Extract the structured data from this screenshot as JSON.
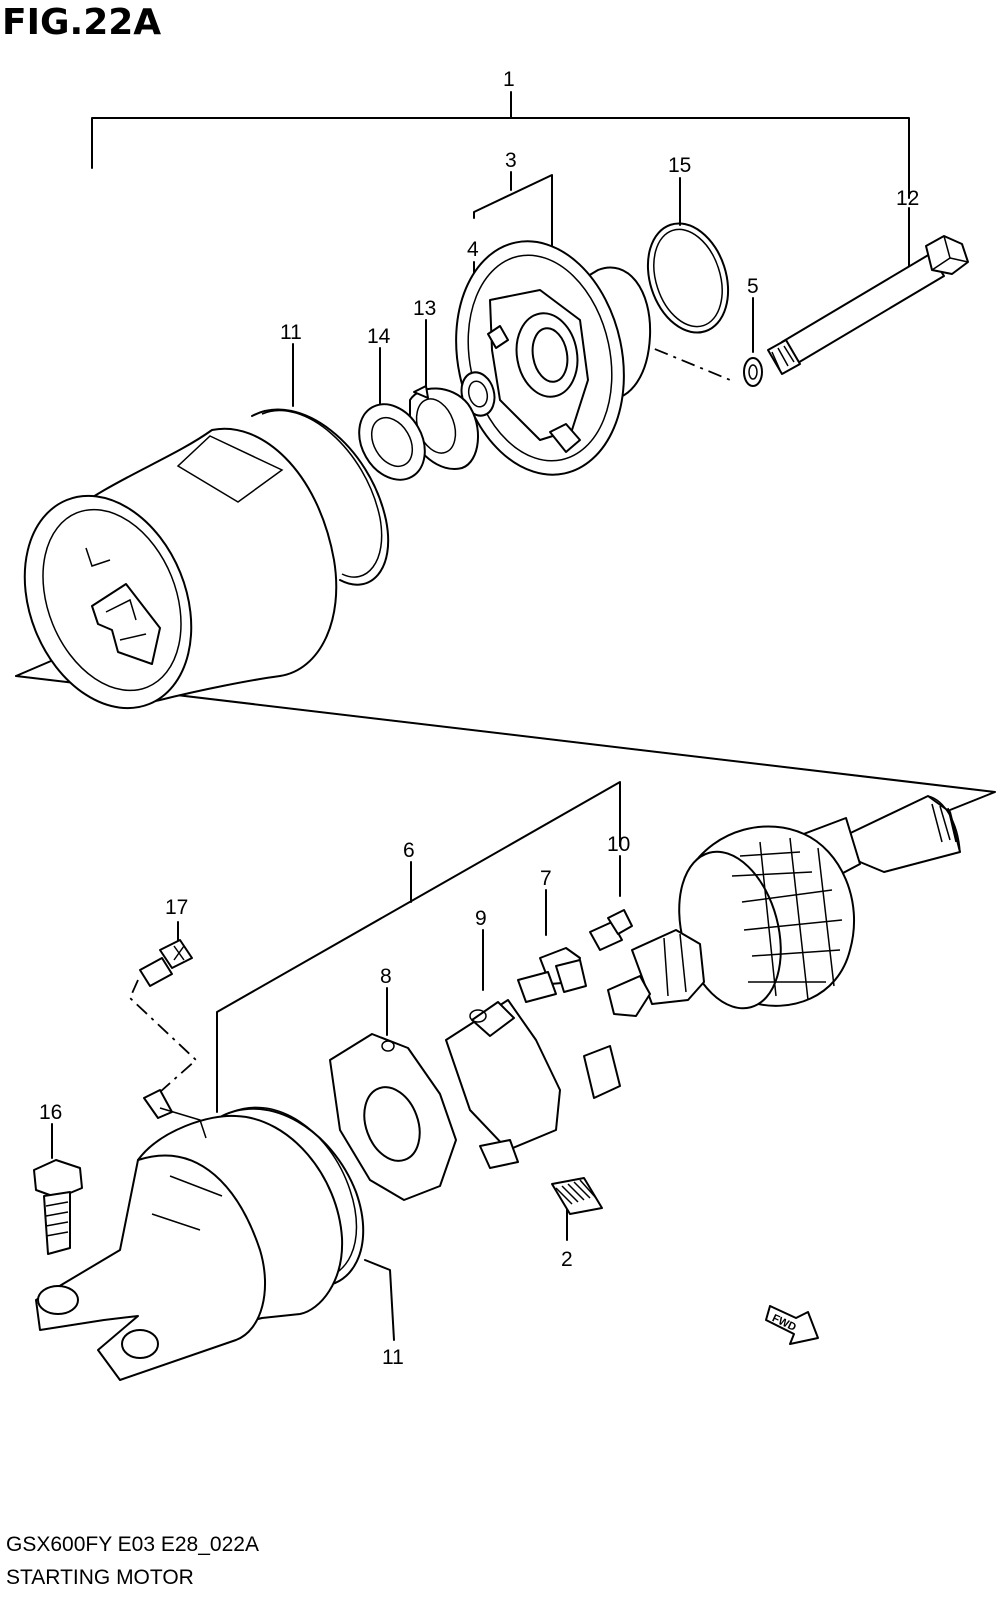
{
  "figure": {
    "title": "FIG.22A",
    "footer_code": "GSX600FY E03 E28_022A",
    "footer_name": "STARTING MOTOR"
  },
  "callouts": [
    {
      "id": "c1",
      "label": "1"
    },
    {
      "id": "c3",
      "label": "3"
    },
    {
      "id": "c4",
      "label": "4"
    },
    {
      "id": "c15",
      "label": "15"
    },
    {
      "id": "c12",
      "label": "12"
    },
    {
      "id": "c5",
      "label": "5"
    },
    {
      "id": "c11a",
      "label": "11"
    },
    {
      "id": "c14",
      "label": "14"
    },
    {
      "id": "c13",
      "label": "13"
    },
    {
      "id": "c10",
      "label": "10"
    },
    {
      "id": "c6",
      "label": "6"
    },
    {
      "id": "c7",
      "label": "7"
    },
    {
      "id": "c17",
      "label": "17"
    },
    {
      "id": "c9",
      "label": "9"
    },
    {
      "id": "c8",
      "label": "8"
    },
    {
      "id": "c16",
      "label": "16"
    },
    {
      "id": "c2",
      "label": "2"
    },
    {
      "id": "c11b",
      "label": "11"
    }
  ],
  "fwd_badge": "FWD",
  "icons": {
    "forward_arrow": "fwd-arrow-icon"
  }
}
